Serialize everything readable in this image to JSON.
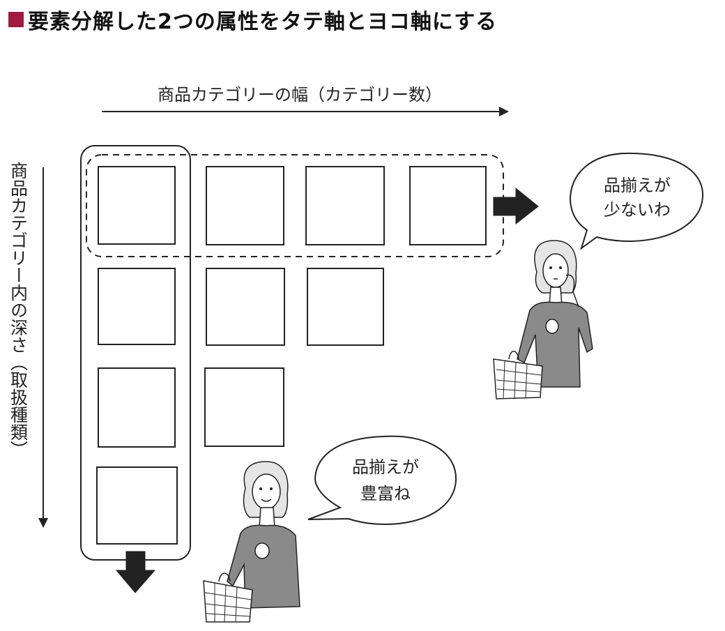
{
  "title": "要素分解した2つの属性をタテ軸とヨコ軸にする",
  "title_mark_color": "#9e1b42",
  "x_axis_label": "商品カテゴリーの幅（カテゴリー数）",
  "y_axis_label": "商品カテゴリー内の深さ（取扱種類）",
  "bubble_top": {
    "line1": "品揃えが",
    "line2": "少ないわ"
  },
  "bubble_bottom": {
    "line1": "品揃えが",
    "line2": "豊富ね"
  },
  "grid": {
    "columns": 4,
    "rows_per_column": [
      4,
      3,
      2,
      1
    ]
  },
  "colors": {
    "ink": "#222222",
    "fill_dark": "#222222",
    "shirt": "#8a8a8a",
    "hair": "#d9d9d9"
  }
}
